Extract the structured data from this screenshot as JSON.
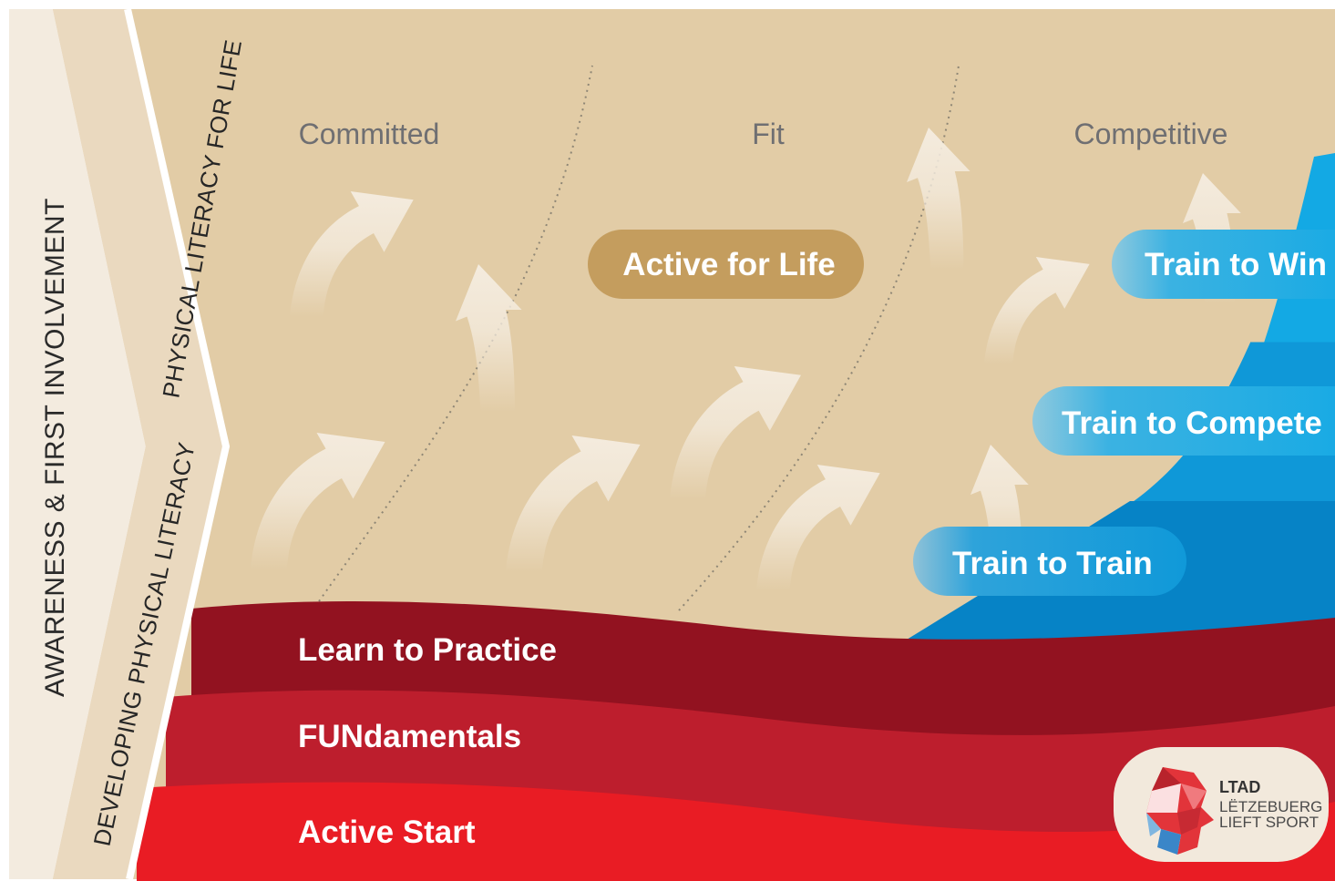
{
  "side_labels": {
    "outer": "AWARENESS & FIRST INVOLVEMENT",
    "inner_top": "PHYSICAL LITERACY FOR LIFE",
    "inner_bottom": "DEVELOPING PHYSICAL LITERACY"
  },
  "modes": [
    "Committed",
    "Fit",
    "Competitive"
  ],
  "stages": {
    "active_for_life": "Active for Life",
    "train_to_win": "Train to Win",
    "train_to_compete": "Train to Compete",
    "train_to_train": "Train to Train",
    "learn_to_practice": "Learn to Practice",
    "fundamentals": "FUNdamentals",
    "active_start": "Active Start"
  },
  "logo": {
    "line1": "LTAD",
    "line2": "LËTZEBUERG",
    "line3": "LIEFT SPORT"
  },
  "colors": {
    "background_tan": "#e2cca6",
    "outer_band": "#f3ebdf",
    "inner_band": "#ead9bf",
    "active_for_life_pill": "#c49d5e",
    "learn_to_practice": "#921220",
    "fundamentals": "#bd1e2d",
    "active_start": "#e91c24",
    "blue_light": "#12aee6",
    "blue_mid": "#0f98d8",
    "blue_dark": "#0683c6",
    "arrow": "#f5ede1"
  },
  "icons": [
    "up-arrow-icon",
    "lion-logo-icon"
  ]
}
